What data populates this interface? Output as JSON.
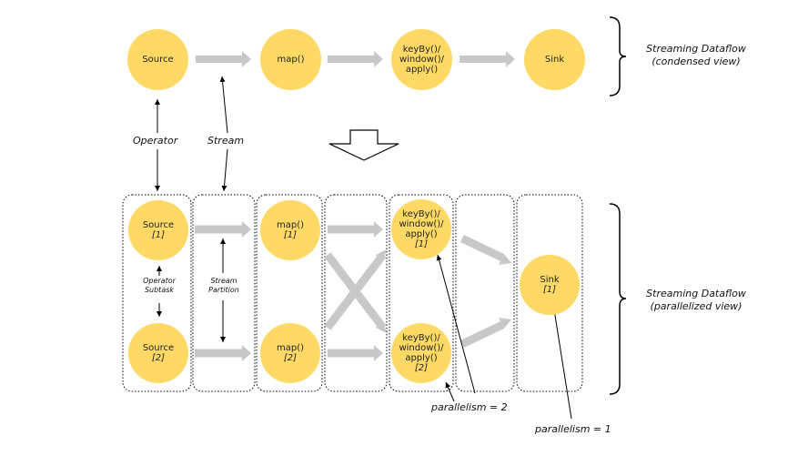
{
  "colors": {
    "node": "#FFD966",
    "arrow": "#C8C8C8",
    "line": "#000000",
    "background": "#FFFFFF"
  },
  "condensed": {
    "nodes": [
      {
        "lines": [
          "Source"
        ]
      },
      {
        "lines": [
          "map()"
        ]
      },
      {
        "lines": [
          "keyBy()/",
          "window()/",
          "apply()"
        ]
      },
      {
        "lines": [
          "Sink"
        ]
      }
    ],
    "label": [
      "Streaming Dataflow",
      "(condensed view)"
    ]
  },
  "annotations": {
    "operator": "Operator",
    "stream": "Stream",
    "operator_subtask": [
      "Operator",
      "Subtask"
    ],
    "stream_partition": [
      "Stream",
      "Partition"
    ],
    "parallelism_2": "parallelism = 2",
    "parallelism_1": "parallelism = 1"
  },
  "parallel": {
    "nodes": [
      {
        "lines": [
          "Source"
        ],
        "index": "[1]"
      },
      {
        "lines": [
          "Source"
        ],
        "index": "[2]"
      },
      {
        "lines": [
          "map()"
        ],
        "index": "[1]"
      },
      {
        "lines": [
          "map()"
        ],
        "index": "[2]"
      },
      {
        "lines": [
          "keyBy()/",
          "window()/",
          "apply()"
        ],
        "index": "[1]"
      },
      {
        "lines": [
          "keyBy()/",
          "window()/",
          "apply()"
        ],
        "index": "[2]"
      },
      {
        "lines": [
          "Sink"
        ],
        "index": "[1]"
      }
    ],
    "label": [
      "Streaming Dataflow",
      "(parallelized view)"
    ]
  }
}
